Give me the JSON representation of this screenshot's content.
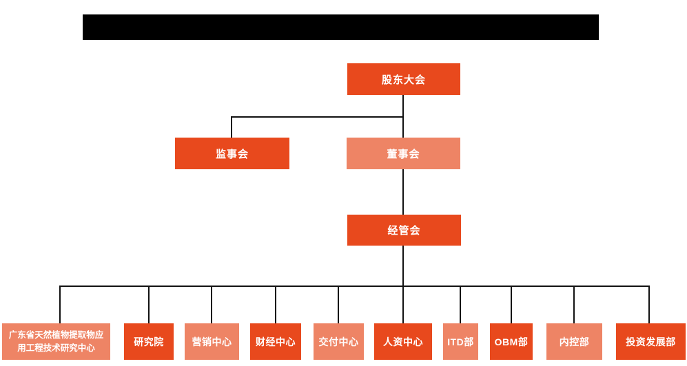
{
  "colors": {
    "primary_orange": "#E8491D",
    "light_orange": "#EE8465",
    "connector": "#111111",
    "node_text": "#FFFFFF",
    "title_bar": "#000000",
    "page_bg": "#FFFFFF"
  },
  "title_bar": {
    "redacted": "true"
  },
  "org": {
    "level1": {
      "label": "股东大会",
      "variant": "dark"
    },
    "level2": [
      {
        "label": "监事会",
        "variant": "dark"
      },
      {
        "label": "董事会",
        "variant": "light"
      }
    ],
    "level3": {
      "label": "经管会",
      "variant": "dark"
    },
    "level4": [
      {
        "label": "广东省天然植物提取物应用工程技术研究中心",
        "variant": "light"
      },
      {
        "label": "研究院",
        "variant": "dark"
      },
      {
        "label": "营销中心",
        "variant": "light"
      },
      {
        "label": "财经中心",
        "variant": "dark"
      },
      {
        "label": "交付中心",
        "variant": "light"
      },
      {
        "label": "人资中心",
        "variant": "dark"
      },
      {
        "label": "ITD部",
        "variant": "light"
      },
      {
        "label": "OBM部",
        "variant": "dark"
      },
      {
        "label": "内控部",
        "variant": "light"
      },
      {
        "label": "投资发展部",
        "variant": "dark"
      }
    ]
  }
}
